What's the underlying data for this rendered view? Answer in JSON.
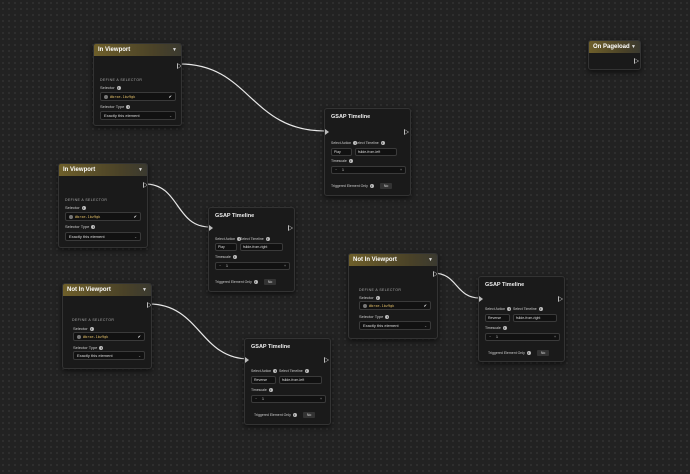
{
  "ui": {
    "section_label": "DEFINE A SELECTOR",
    "selector_label": "Selector",
    "selector_type_label": "Selector Type",
    "select_action_label": "Select Action",
    "select_timeline_label": "Select Timeline",
    "timescale_label": "Timescale",
    "triggered_only_label": "Triggered Element Only",
    "toggle_no": "No",
    "gsap_title": "GSAP Timeline",
    "minus": "−",
    "plus": "+"
  },
  "triggers": [
    {
      "title": "In Viewport",
      "selector": "#brxe-1bz9gk",
      "selector_type": "Exactly this element"
    },
    {
      "title": "In Viewport",
      "selector": "#brxe-1bz9gk",
      "selector_type": "Exactly this element"
    },
    {
      "title": "Not In Viewport",
      "selector": "#brxe-1bz9gk",
      "selector_type": "Exactly this element"
    },
    {
      "title": "Not In Viewport",
      "selector": "#brxe-1bz9gk",
      "selector_type": "Exactly this element"
    }
  ],
  "pageload": {
    "title": "On Pageload"
  },
  "timelines": [
    {
      "action": "Play",
      "timeline": "fslide-from-left",
      "timescale": "1"
    },
    {
      "action": "Play",
      "timeline": "fslide-from-right",
      "timescale": "1"
    },
    {
      "action": "Reverse",
      "timeline": "fslide-from-left",
      "timescale": "1"
    },
    {
      "action": "Reverse",
      "timeline": "fslide-from-right",
      "timescale": "1"
    }
  ]
}
